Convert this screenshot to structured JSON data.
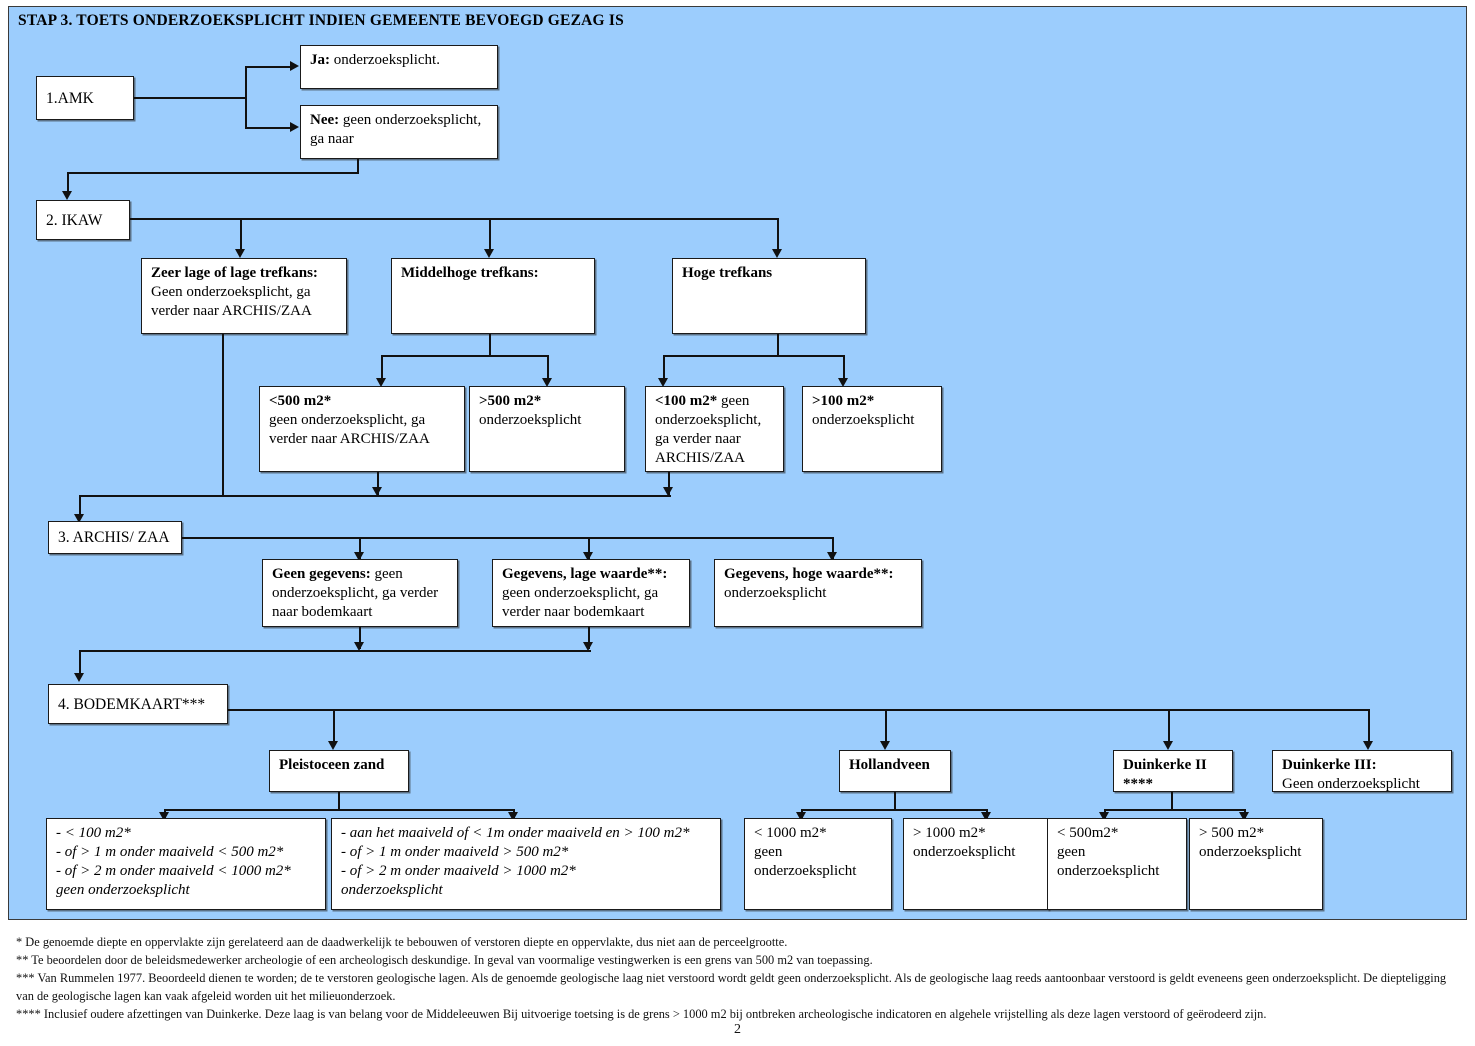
{
  "title": "STAP 3. TOETS ONDERZOEKSPLICHT INDIEN GEMEENTE BEVOEGD GEZAG IS",
  "colors": {
    "background": "#9ccdfd",
    "box_fill": "#ffffff",
    "line": "#111111",
    "text": "#000000"
  },
  "nodes": {
    "amk": "1.AMK",
    "ikaw": "2. IKAW",
    "archis": "3. ARCHIS/ ZAA",
    "bodemkaart": "4. BODEMKAART***"
  },
  "amk_branches": [
    {
      "lead": "Ja:",
      "text": " onderzoeksplicht."
    },
    {
      "lead": "Nee:",
      "text": " geen onderzoeksplicht, ga naar"
    }
  ],
  "ikaw_branches": [
    {
      "lead": "Zeer lage of lage trefkans:",
      "text": "Geen onderzoeksplicht, ga verder naar ARCHIS/ZAA"
    },
    {
      "lead": "Middelhoge trefkans:",
      "text": ""
    },
    {
      "lead": "Hoge trefkans",
      "text": ""
    }
  ],
  "ikaw_leaves": [
    {
      "lead": "<500 m2*",
      "text": "geen onderzoeksplicht, ga verder naar ARCHIS/ZAA"
    },
    {
      "lead": ">500 m2*",
      "text": "onderzoeksplicht"
    },
    {
      "lead": "<100 m2*",
      "text": " geen onderzoeksplicht, ga verder naar ARCHIS/ZAA"
    },
    {
      "lead": ">100 m2*",
      "text": "onderzoeksplicht"
    }
  ],
  "archis_branches": [
    {
      "lead": "Geen gegevens:",
      "text": " geen onderzoeksplicht, ga verder naar bodemkaart"
    },
    {
      "lead": "Gegevens, lage waarde**:",
      "text": "geen onderzoeksplicht, ga verder naar bodemkaart"
    },
    {
      "lead": "Gegevens, hoge waarde**:",
      "text": "onderzoeksplicht"
    }
  ],
  "bodem_branches": [
    {
      "lead": "Pleistoceen zand",
      "text": ""
    },
    {
      "lead": "Hollandveen",
      "text": ""
    },
    {
      "lead": "Duinkerke II",
      "text": "****"
    },
    {
      "lead": "Duinkerke III:",
      "text": "Geen onderzoeksplicht"
    }
  ],
  "bodem_leaves": [
    {
      "lines": [
        "- < 100 m2*",
        "- of > 1 m onder maaiveld < 500 m2*",
        "- of > 2 m onder maaiveld < 1000 m2*",
        "geen onderzoeksplicht"
      ]
    },
    {
      "lines": [
        "- aan het maaiveld of < 1m onder maaiveld en > 100 m2*",
        "- of > 1 m onder maaiveld > 500 m2*",
        "- of > 2 m onder maaiveld > 1000 m2*",
        "onderzoeksplicht"
      ]
    },
    {
      "lead": "< 1000 m2*",
      "text": "geen onderzoeksplicht"
    },
    {
      "lead": "> 1000 m2*",
      "text": "onderzoeksplicht"
    },
    {
      "lead": "< 500m2*",
      "text": "geen onderzoeksplicht"
    },
    {
      "lead": "> 500 m2*",
      "text": "onderzoeksplicht"
    }
  ],
  "footnotes": [
    "* De genoemde diepte en oppervlakte zijn gerelateerd aan de daadwerkelijk te bebouwen of verstoren diepte en oppervlakte, dus niet aan de perceelgrootte.",
    "** Te beoordelen door de beleidsmedewerker archeologie of een archeologisch deskundige. In geval van voormalige vestingwerken is een grens van 500 m2 van toepassing.",
    "*** Van Rummelen 1977. Beoordeeld dienen te worden; de te verstoren geologische lagen. Als de genoemde geologische laag niet verstoord wordt geldt geen onderzoeksplicht. Als de geologische laag reeds aantoonbaar verstoord is geldt eveneens geen onderzoeksplicht. De diepteligging van de geologische lagen kan vaak afgeleid worden uit het milieuonderzoek.",
    "**** Inclusief oudere afzettingen van Duinkerke. Deze laag is van belang voor de Middeleeuwen Bij uitvoerige toetsing is de grens > 1000 m2 bij ontbreken archeologische indicatoren en algehele vrijstelling als deze lagen verstoord of geërodeerd zijn."
  ],
  "page_number": "2"
}
